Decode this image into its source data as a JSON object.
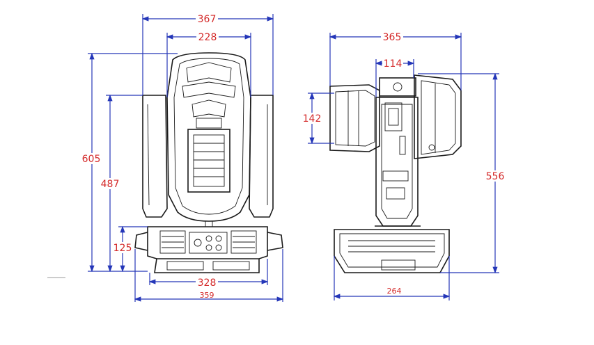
{
  "colors": {
    "dimension_text": "#d42a2a",
    "dimension_line": "#2436b8",
    "outline": "#1a1a1a"
  },
  "front_view": {
    "width_top": "367",
    "width_head": "228",
    "height_total": "605",
    "height_head": "487",
    "height_base": "125",
    "width_base_inner": "328",
    "width_base_outer": "359"
  },
  "side_view": {
    "width_top": "365",
    "width_arm": "114",
    "height_lens": "142",
    "height_total": "556",
    "width_base": "264"
  }
}
